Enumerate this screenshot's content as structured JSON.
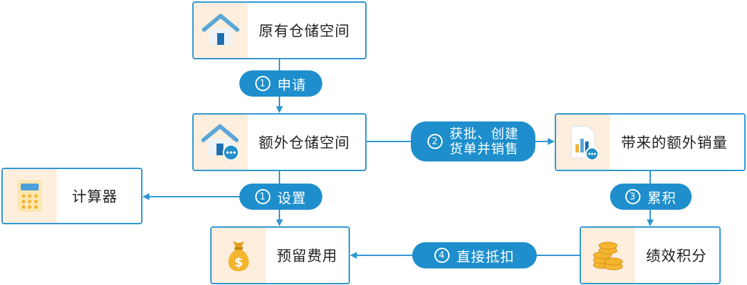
{
  "nodes": {
    "original_storage": {
      "label": "原有仓储空间",
      "icon": "house-icon"
    },
    "extra_storage": {
      "label": "额外仓储空间",
      "icon": "house-chat-icon"
    },
    "extra_sales": {
      "label": "带来的额外销量",
      "icon": "bar-chart-document-icon"
    },
    "calculator": {
      "label": "计算器",
      "icon": "calculator-icon"
    },
    "reserve_fee": {
      "label": "预留费用",
      "icon": "money-bag-icon"
    },
    "performance_points": {
      "label": "绩效积分",
      "icon": "coin-stack-icon"
    }
  },
  "steps": {
    "apply": {
      "num": "1",
      "label": "申请"
    },
    "approve": {
      "num": "2",
      "line1": "获批、创建",
      "line2": "货单并销售"
    },
    "setup": {
      "num": "1",
      "label": "设置"
    },
    "accumulate": {
      "num": "3",
      "label": "累积"
    },
    "deduct": {
      "num": "4",
      "label": "直接抵扣"
    }
  },
  "colors": {
    "accent": "#2f96d3",
    "pill": "#1e8fcc",
    "icon_bg": "#fdeedd"
  }
}
